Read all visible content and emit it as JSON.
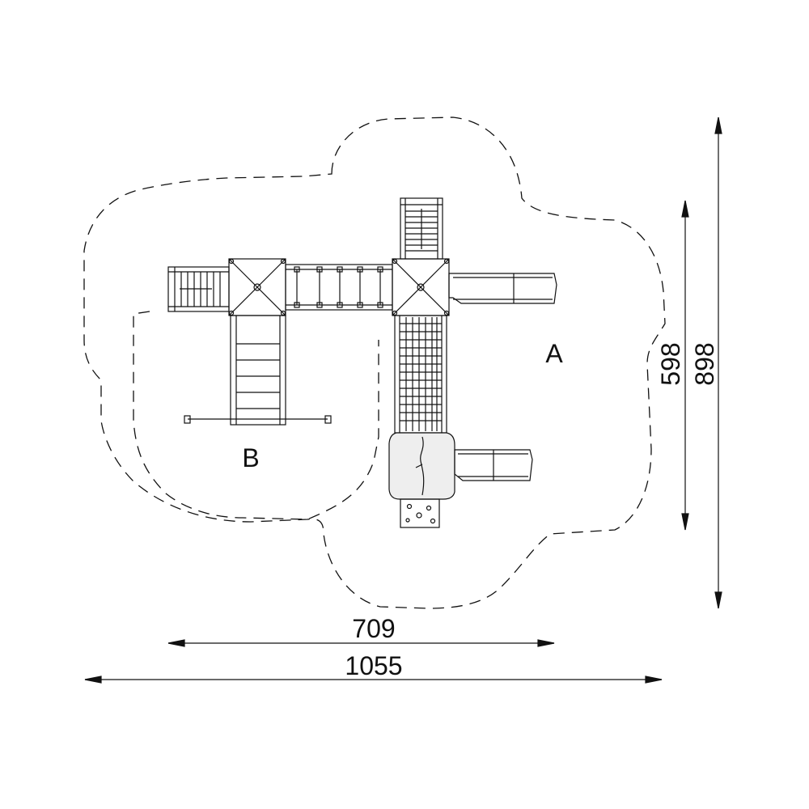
{
  "zones": {
    "a_label": "A",
    "b_label": "B"
  },
  "dimensions": {
    "inner_width": "709",
    "outer_width": "1055",
    "inner_height": "598",
    "outer_height": "898"
  },
  "colors": {
    "line": "#111111",
    "panel_fill": "#eeeeee",
    "background": "#ffffff"
  }
}
